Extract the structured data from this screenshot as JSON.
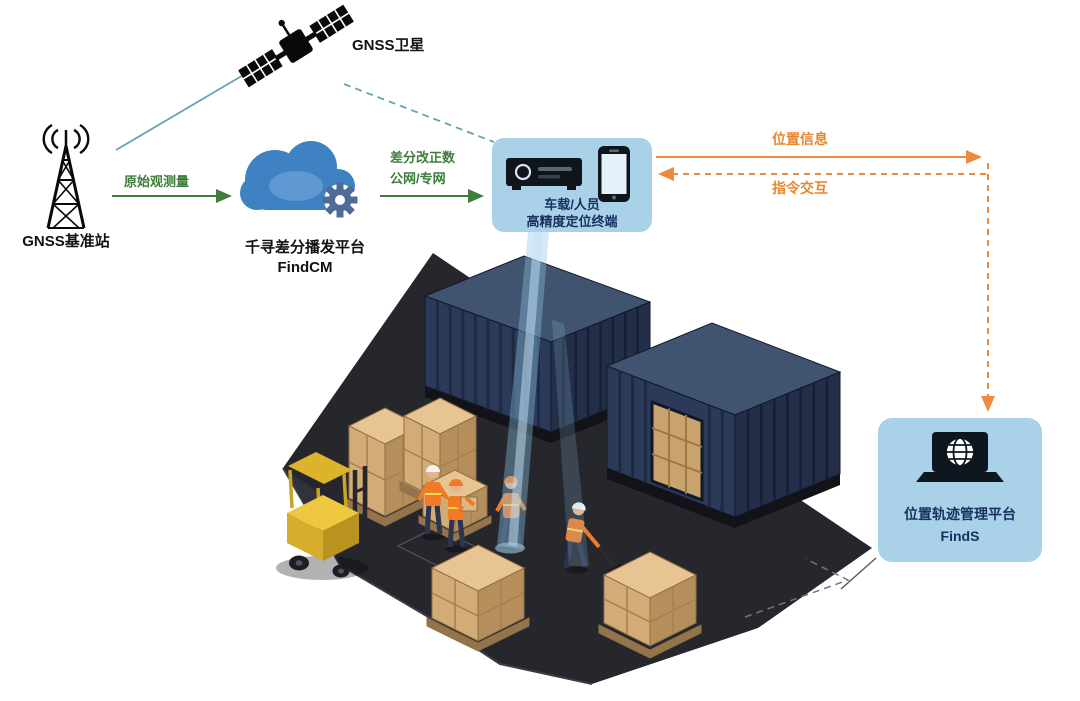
{
  "diagram": {
    "satellite": {
      "label": "GNSS卫星"
    },
    "base_station": {
      "label": "GNSS基准站"
    },
    "cloud_platform": {
      "name": "千寻差分播发平台",
      "product": "FindCM"
    },
    "terminal": {
      "line1": "车载/人员",
      "line2": "高精度定位终端"
    },
    "management_platform": {
      "name": "位置轨迹管理平台",
      "product": "FindS"
    },
    "edges": {
      "raw_observation": "原始观测量",
      "correction_line1": "差分改正数",
      "correction_line2": "公网/专网",
      "position_info": "位置信息",
      "command_interaction": "指令交互"
    }
  },
  "colors": {
    "cloud_blue": "#3e82c4",
    "panel_light_blue": "#a9d2e8",
    "label_navy": "#17305e",
    "arrow_green": "#3e7d3a",
    "arrow_orange": "#ee8a3d",
    "signal_teal": "#66a3b0",
    "floor_dark": "#26262d",
    "container_navy": "#2b3a58",
    "carton_tan": "#dcb888",
    "forklift_yellow": "#eec83e",
    "beam_blue": "#8fc6e6"
  }
}
